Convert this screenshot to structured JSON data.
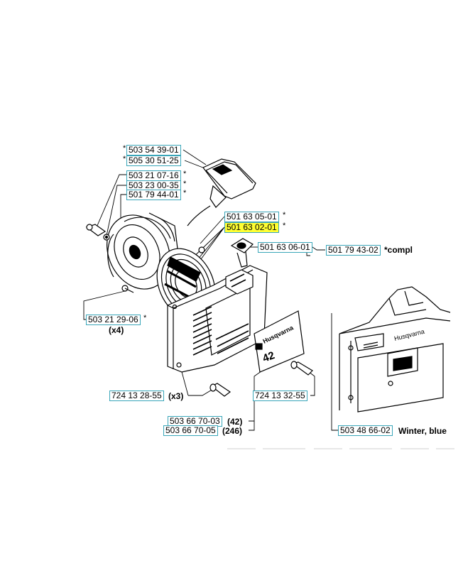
{
  "labels": [
    {
      "id": "p1",
      "text": "503 54 39-01"
    },
    {
      "id": "p2",
      "text": "505 30 51-25"
    },
    {
      "id": "p3",
      "text": "503 21 07-16"
    },
    {
      "id": "p4",
      "text": "503 23 00-35"
    },
    {
      "id": "p5",
      "text": "501 79 44-01"
    },
    {
      "id": "p6",
      "text": "501 63 05-01"
    },
    {
      "id": "p7",
      "text": "501 63 02-01"
    },
    {
      "id": "p8",
      "text": "501 63 06-01"
    },
    {
      "id": "p9",
      "text": "501 79 43-02"
    },
    {
      "id": "p10",
      "text": "503 21 29-06"
    },
    {
      "id": "p11",
      "text": "724 13 28-55"
    },
    {
      "id": "p12",
      "text": "724 13 32-55"
    },
    {
      "id": "p13",
      "text": "503 66 70-03"
    },
    {
      "id": "p14",
      "text": "503 66 70-05"
    },
    {
      "id": "p15",
      "text": "503 48 66-02"
    }
  ],
  "notes": {
    "compl": "*compl",
    "x4": "(x4)",
    "x3": "(x3)",
    "n42": "(42)",
    "n246": "(246)",
    "winter": "Winter, blue",
    "star": "*"
  },
  "decal": {
    "brand": "Husqvarna",
    "model": "42"
  },
  "inset_brand": "Husqvarna",
  "colors": {
    "label_border": "#3aa6b9",
    "highlight": "#ffff33",
    "line": "#000000"
  }
}
